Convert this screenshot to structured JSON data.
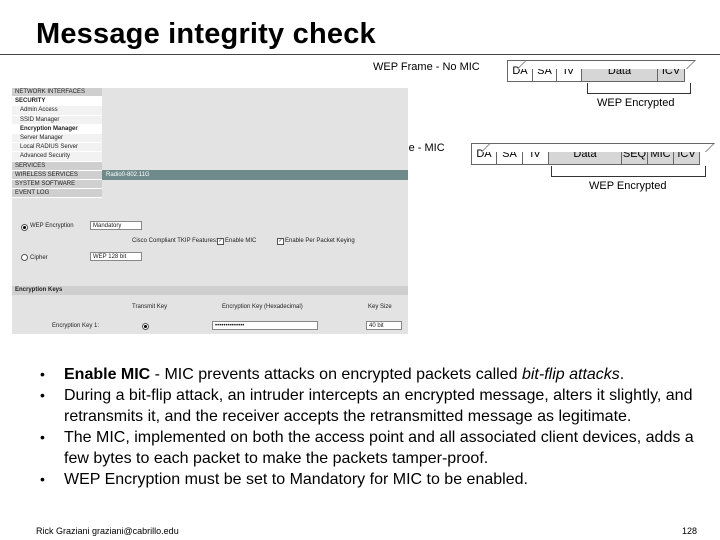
{
  "title": "Message integrity check",
  "diagram": {
    "no_mic": {
      "caption": "WEP Frame - No MIC",
      "fields": [
        "DA",
        "SA",
        "IV",
        "Data",
        "ICV"
      ],
      "encrypted_label": "WEP Encrypted"
    },
    "mic": {
      "caption": "WEP Frame - MIC",
      "fields": [
        "DA",
        "SA",
        "IV",
        "Data",
        "SEQ",
        "MIC",
        "ICV"
      ],
      "encrypted_label": "WEP Encrypted"
    }
  },
  "config": {
    "menu": [
      "NETWORK INTERFACES",
      "SECURITY",
      "Admin Access",
      "SSID Manager",
      "Encryption Manager",
      "Server Manager",
      "Local RADIUS Server",
      "Advanced Security",
      "SERVICES",
      "WIRELESS SERVICES",
      "SYSTEM SOFTWARE",
      "EVENT LOG"
    ],
    "header": "Radio0-802.11G",
    "wep_encryption_label": "WEP Encryption",
    "wep_encryption_value": "Mandatory",
    "cisco_compliant_label": "Cisco Compliant TKIP Features:",
    "enable_mic_label": "Enable MIC",
    "enable_per_packet_label": "Enable Per Packet Keying",
    "cipher_label": "Cipher",
    "cipher_value": "WEP 128 bit",
    "encryption_keys_label": "Encryption Keys",
    "col_transmit": "Transmit Key",
    "col_key": "Encryption Key (Hexadecimal)",
    "col_size": "Key Size",
    "key1_label": "Encryption Key 1:",
    "key1_value": "••••••••••••••",
    "key1_size": "40 bit"
  },
  "bullets": [
    {
      "bold": "Enable MIC",
      "text": " - MIC prevents attacks on encrypted packets called ",
      "italic": "bit-flip attacks",
      "tail": "."
    },
    {
      "text": "During a bit-flip attack, an intruder intercepts an encrypted message, alters it slightly, and retransmits it, and the receiver accepts the retransmitted message as legitimate."
    },
    {
      "text": "The MIC, implemented on both the access point and all associated client devices, adds a few bytes to each packet to make the packets tamper-proof."
    },
    {
      "text": "WEP Encryption must be set to Mandatory for MIC to be enabled."
    }
  ],
  "footer": "Rick Graziani  graziani@cabrillo.edu",
  "page_number": "128"
}
